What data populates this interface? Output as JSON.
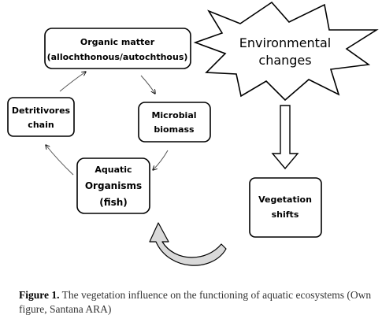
{
  "nodes": {
    "organic_matter": {
      "line1": "Organic matter",
      "line2": "(allochthonous/autochthous)"
    },
    "microbial": {
      "line1": "Microbial",
      "line2": "biomass"
    },
    "aquatic": {
      "line1": "Aquatic",
      "line2": "Organisms",
      "line3": "(fish)"
    },
    "detritivores": {
      "line1": "Detritivores",
      "line2": "chain"
    },
    "env": {
      "line1": "Environmental",
      "line2": "changes"
    },
    "vegetation": {
      "line1": "Vegetation",
      "line2": "shifts"
    }
  },
  "caption": {
    "label": "Figure 1.",
    "text": " The vegetation influence on the functioning of aquatic ecosystems (Own figure, Santana ARA)"
  },
  "colors": {
    "stroke": "#000000",
    "fill": "#ffffff",
    "swirl_fill": "#d9d9d9"
  }
}
